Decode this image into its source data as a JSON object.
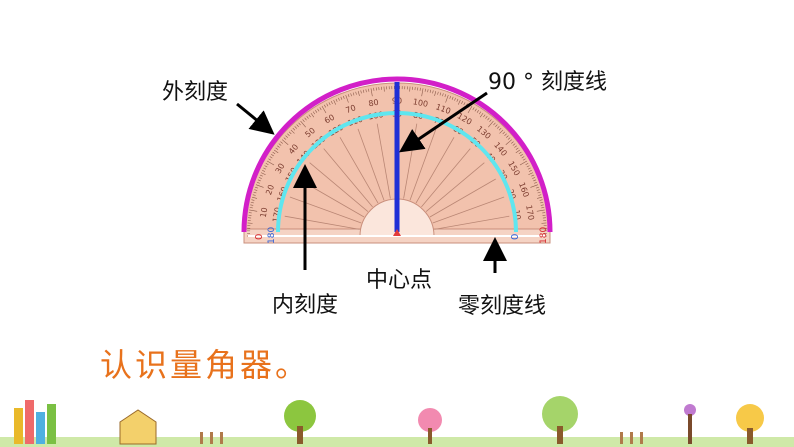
{
  "labels": {
    "outer_scale": "外刻度",
    "degree90_line": "90 ° 刻度线",
    "inner_scale": "内刻度",
    "center_point": "中心点",
    "zero_line": "零刻度线"
  },
  "title": "认识量角器。",
  "scale_marks": {
    "outer": [
      "0",
      "10",
      "20",
      "30",
      "40",
      "50",
      "60",
      "70",
      "80",
      "90",
      "100",
      "110",
      "120",
      "130",
      "140",
      "150",
      "160",
      "170",
      "180"
    ],
    "inner": [
      "180",
      "170",
      "160",
      "150",
      "140",
      "130",
      "120",
      "110",
      "100",
      "90",
      "80",
      "70",
      "60",
      "50",
      "40",
      "30",
      "20",
      "10",
      "0"
    ]
  },
  "colors": {
    "outer_arc": "#d21fc8",
    "inner_arc": "#5fe6ef",
    "ninety_line": "#1f2fd6",
    "body": "#f2c2ad",
    "title": "#e8721c"
  }
}
